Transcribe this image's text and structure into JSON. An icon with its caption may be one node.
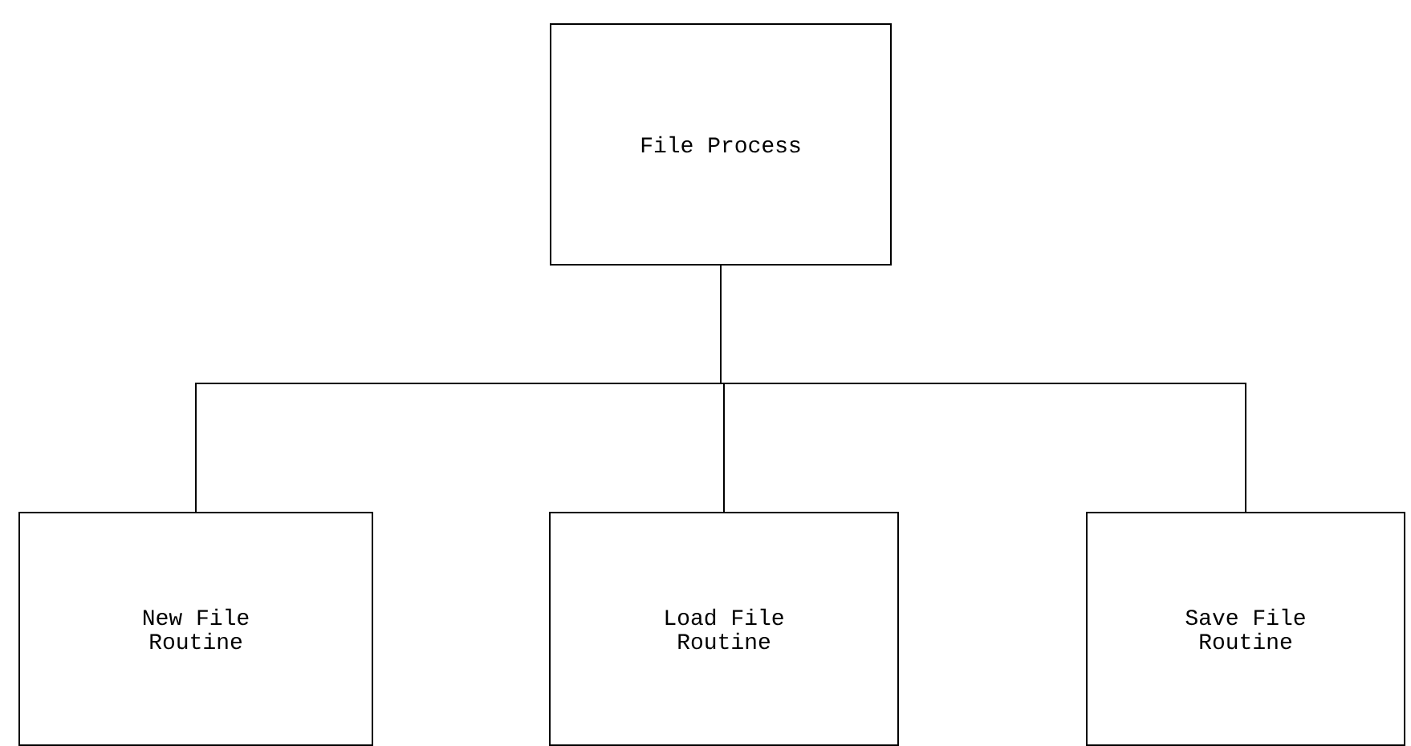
{
  "diagram": {
    "nodes": [
      {
        "text": [
          "File Process"
        ]
      },
      {
        "text": [
          "New File Routine"
        ]
      },
      {
        "text": [
          "Load File Routine"
        ]
      },
      {
        "text": [
          "Save File Routine"
        ]
      }
    ],
    "edges": [
      {
        "from": 0,
        "to": 1,
        "arrow": "none"
      },
      {
        "from": 0,
        "to": 2,
        "arrow": "none"
      },
      {
        "from": 0,
        "to": 3,
        "arrow": "none"
      }
    ]
  }
}
